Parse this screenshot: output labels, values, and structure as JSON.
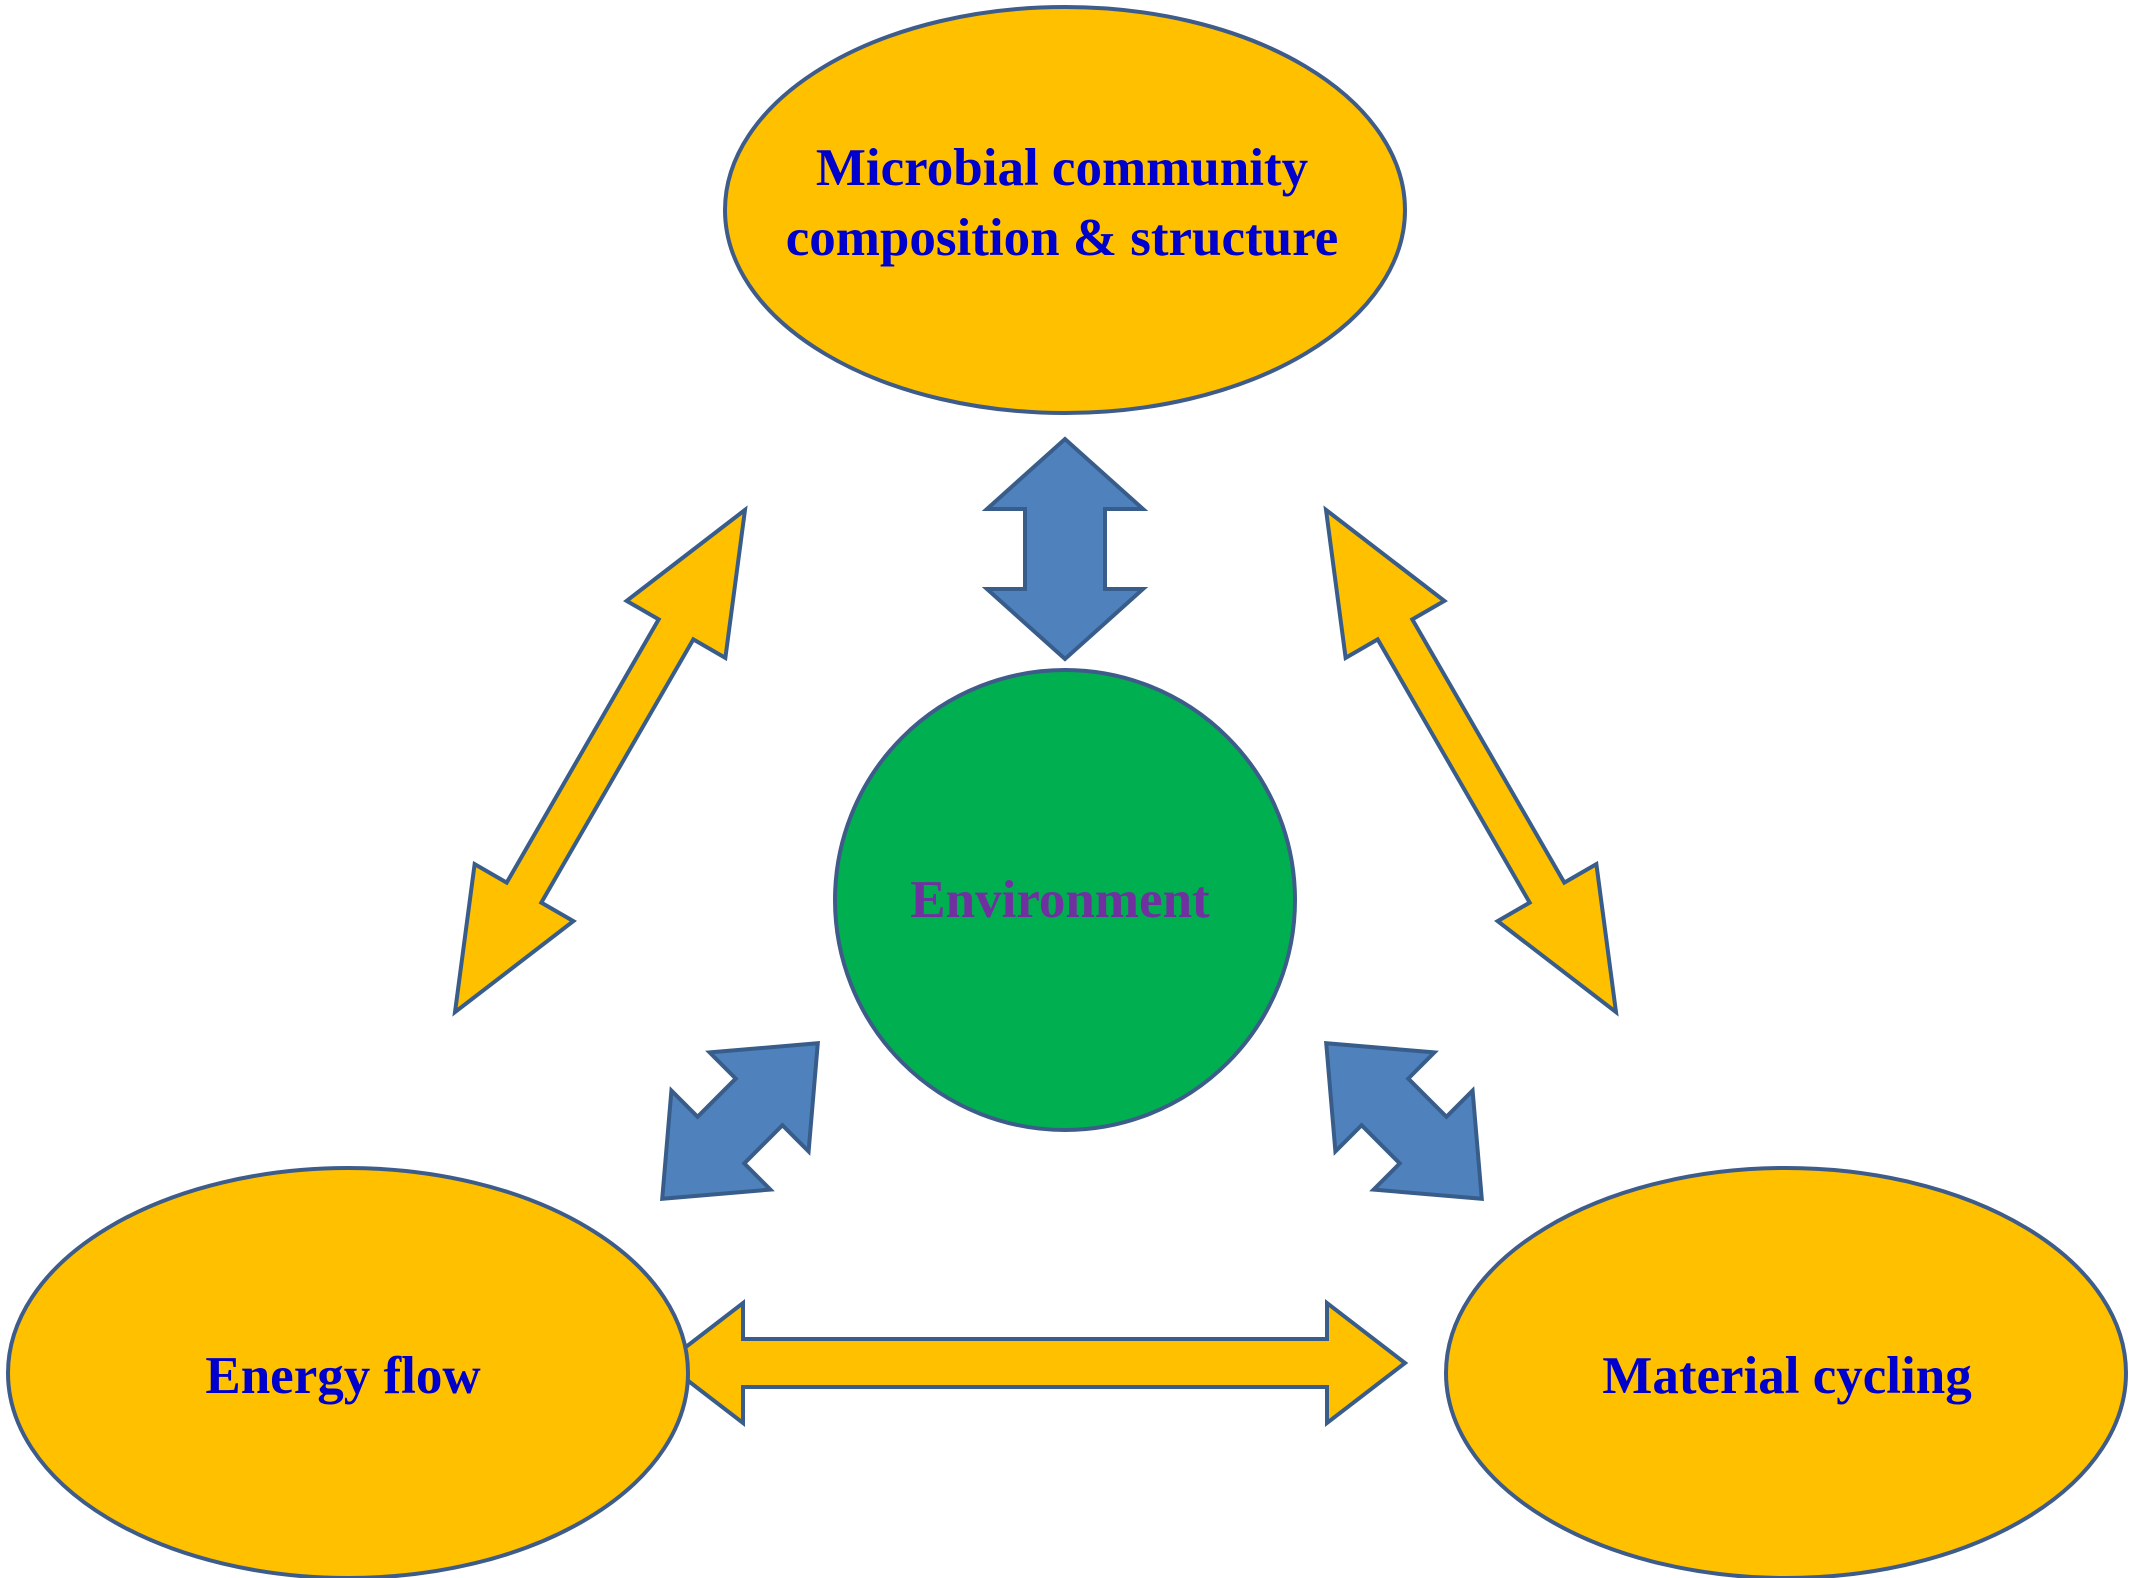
{
  "nodes": {
    "microbial": {
      "line1": "Microbial community",
      "line2": "composition & structure"
    },
    "environment": {
      "label": "Environment"
    },
    "energy": {
      "label": "Energy flow"
    },
    "material": {
      "label": "Material cycling"
    }
  },
  "colors": {
    "node_fill": "#FFC000",
    "node_stroke": "#3E5C8A",
    "node_text": "#0000CC",
    "env_fill": "#00B050",
    "env_text": "#7030A0",
    "orange_arrow": "#FFC000",
    "blue_arrow": "#4F81BD",
    "arrow_stroke": "#385D8A"
  },
  "arrows": [
    {
      "from": "microbial",
      "to": "energy",
      "style": "orange-double"
    },
    {
      "from": "microbial",
      "to": "material",
      "style": "orange-double"
    },
    {
      "from": "energy",
      "to": "material",
      "style": "orange-double"
    },
    {
      "from": "microbial",
      "to": "environment",
      "style": "blue-double"
    },
    {
      "from": "energy",
      "to": "environment",
      "style": "blue-double"
    },
    {
      "from": "material",
      "to": "environment",
      "style": "blue-double"
    }
  ]
}
